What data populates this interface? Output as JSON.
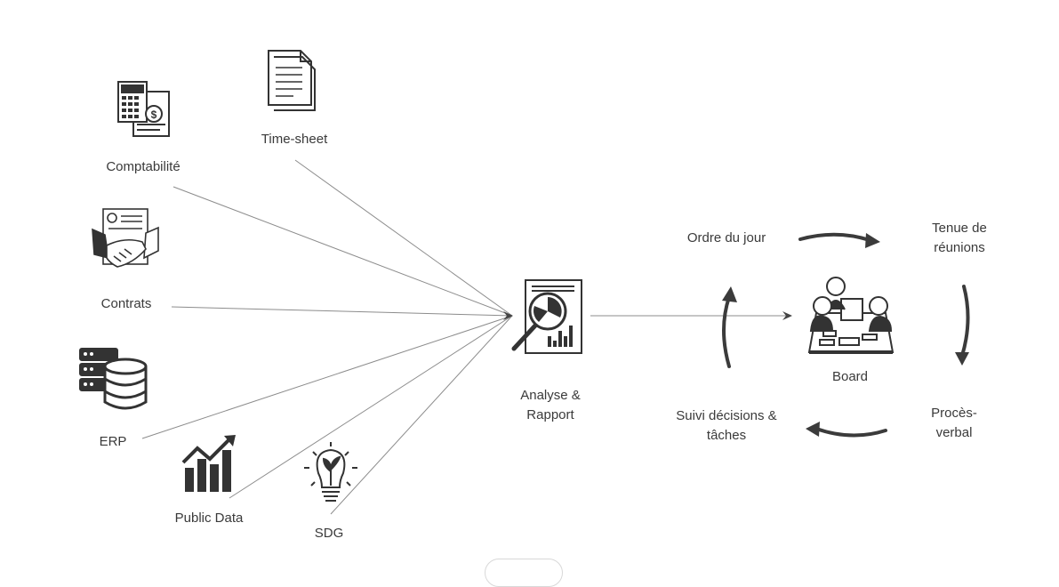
{
  "sources": [
    {
      "id": "comptabilite",
      "label": "Comptabilité",
      "icon": "calculator-icon"
    },
    {
      "id": "timesheet",
      "label": "Time-sheet",
      "icon": "document-icon"
    },
    {
      "id": "contrats",
      "label": "Contrats",
      "icon": "handshake-contract-icon"
    },
    {
      "id": "erp",
      "label": "ERP",
      "icon": "database-server-icon"
    },
    {
      "id": "public-data",
      "label": "Public Data",
      "icon": "growth-chart-icon"
    },
    {
      "id": "sdg",
      "label": "SDG",
      "icon": "lightbulb-plant-icon"
    }
  ],
  "hub": {
    "label_line1": "Analyse &",
    "label_line2": "Rapport",
    "icon": "report-magnifier-icon"
  },
  "board": {
    "label": "Board",
    "icon": "meeting-table-icon"
  },
  "cycle": {
    "ordre": "Ordre du jour",
    "tenue_line1": "Tenue de",
    "tenue_line2": "réunions",
    "proces_line1": "Procès-",
    "proces_line2": "verbal",
    "suivi_line1": "Suivi décisions &",
    "suivi_line2": "tâches"
  },
  "colors": {
    "line": "#8c8c8c",
    "icon": "#333333",
    "arrow": "#3b3b3b",
    "text": "#3a3a3a"
  }
}
